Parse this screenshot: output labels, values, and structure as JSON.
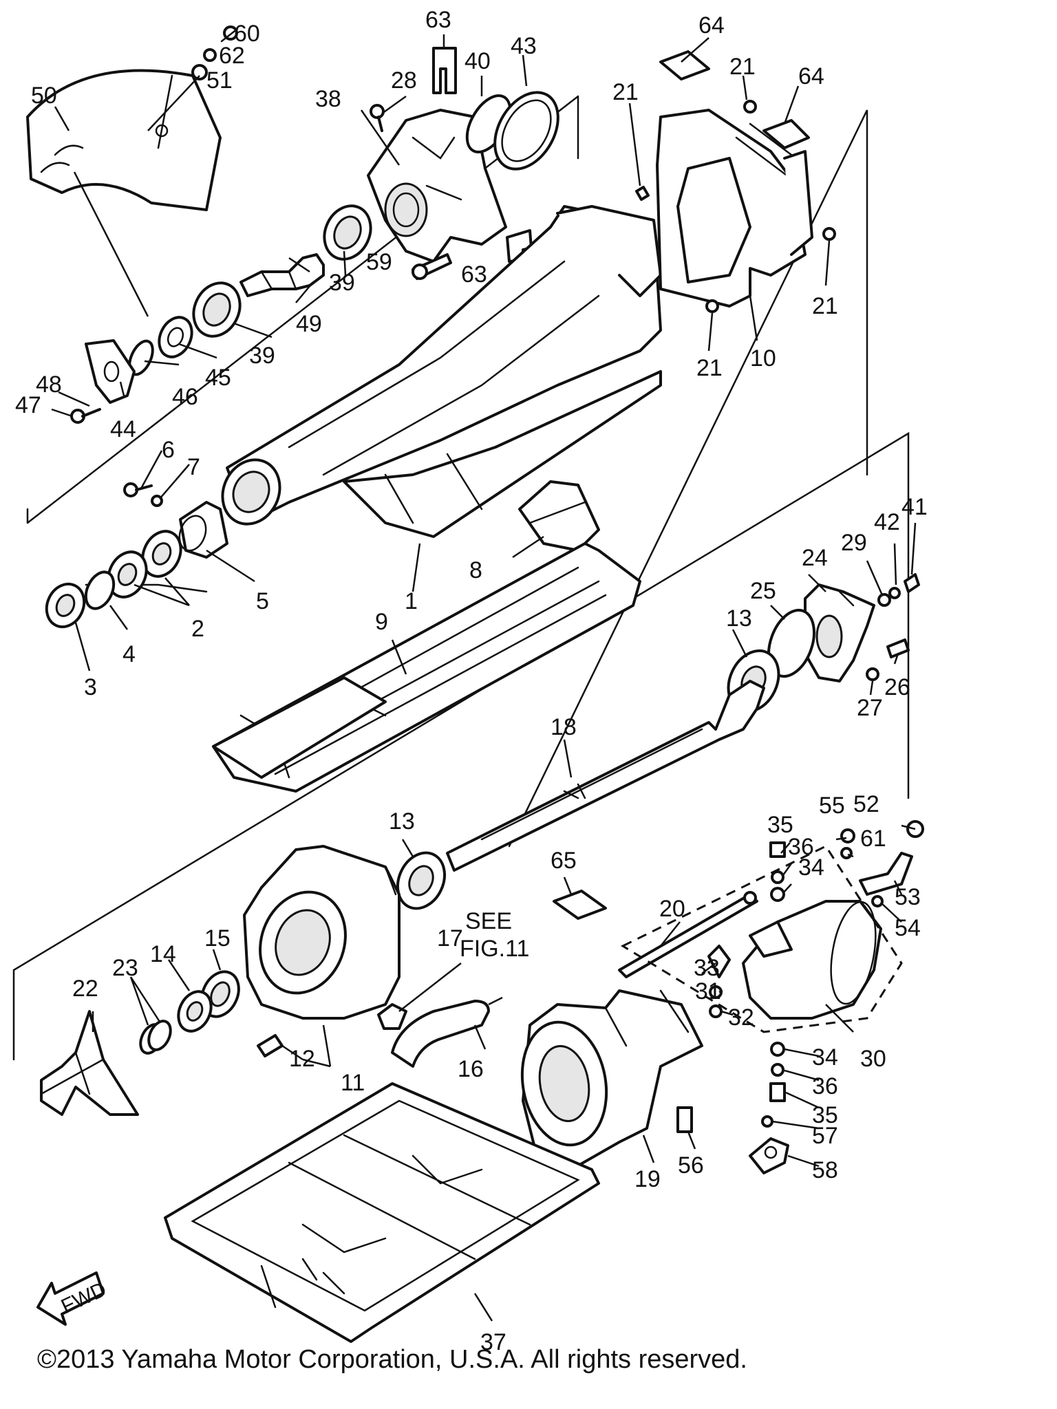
{
  "labels": {
    "l1": "1",
    "l2": "2",
    "l3": "3",
    "l4": "4",
    "l5": "5",
    "l6": "6",
    "l7": "7",
    "l8": "8",
    "l9": "9",
    "l10": "10",
    "l11": "11",
    "l12": "12",
    "l13": "13",
    "l14": "14",
    "l15": "15",
    "l16": "16",
    "l17": "17",
    "l18": "18",
    "l19": "19",
    "l20": "20",
    "l21": "21",
    "l22": "22",
    "l23": "23",
    "l24": "24",
    "l25": "25",
    "l26": "26",
    "l27": "27",
    "l28": "28",
    "l29": "29",
    "l30": "30",
    "l31": "31",
    "l32": "32",
    "l33": "33",
    "l34": "34",
    "l35": "35",
    "l36": "36",
    "l37": "37",
    "l38": "38",
    "l39": "39",
    "l40": "40",
    "l41": "41",
    "l42": "42",
    "l43": "43",
    "l44": "44",
    "l45": "45",
    "l46": "46",
    "l47": "47",
    "l48": "48",
    "l49": "49",
    "l50": "50",
    "l51": "51",
    "l52": "52",
    "l53": "53",
    "l54": "54",
    "l55": "55",
    "l56": "56",
    "l57": "57",
    "l58": "58",
    "l59": "59",
    "l60": "60",
    "l61": "61",
    "l62": "62",
    "l63": "63",
    "l64": "64",
    "l65": "65"
  },
  "see_ref": "SEE",
  "fig_ref": "FIG.11",
  "fwd_label": "FWD",
  "copyright": "©2013 Yamaha Motor Corporation, U.S.A. All rights reserved."
}
